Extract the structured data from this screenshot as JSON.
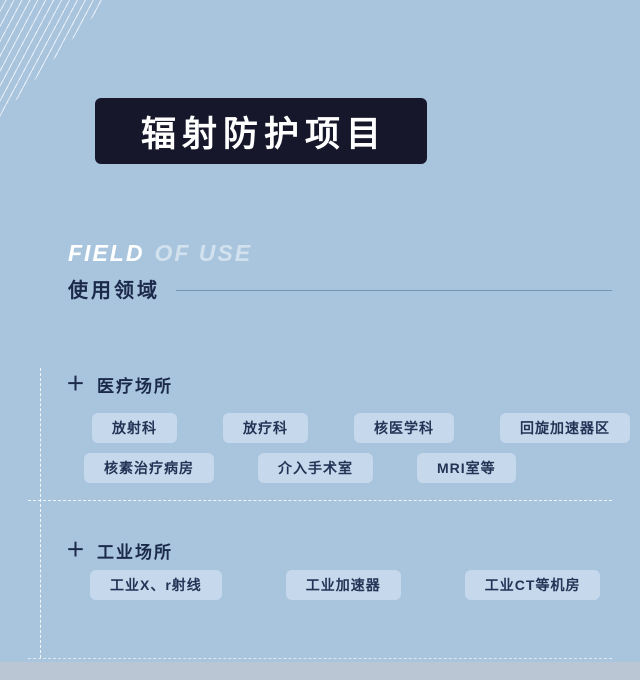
{
  "banner": {
    "title": "辐射防护项目"
  },
  "section": {
    "en_primary": "FIELD",
    "en_secondary": "OF USE",
    "zh_title": "使用领域"
  },
  "ui": {
    "plus": "＋"
  },
  "groups": [
    {
      "label": "医疗场所",
      "rows": [
        [
          "放射科",
          "放疗科",
          "核医学科",
          "回旋加速器区"
        ],
        [
          "核素治疗病房",
          "介入手术室",
          "MRI室等"
        ]
      ]
    },
    {
      "label": "工业场所",
      "rows": [
        [
          "工业X、r射线",
          "工业加速器",
          "工业CT等机房"
        ]
      ]
    }
  ],
  "colors": {
    "page_background": "#a9c5de",
    "banner_background": "#17172b",
    "banner_text": "#ffffff",
    "heading_text": "#1b2a4a",
    "tag_background": "#c6d9ec",
    "tag_text": "#223455"
  }
}
